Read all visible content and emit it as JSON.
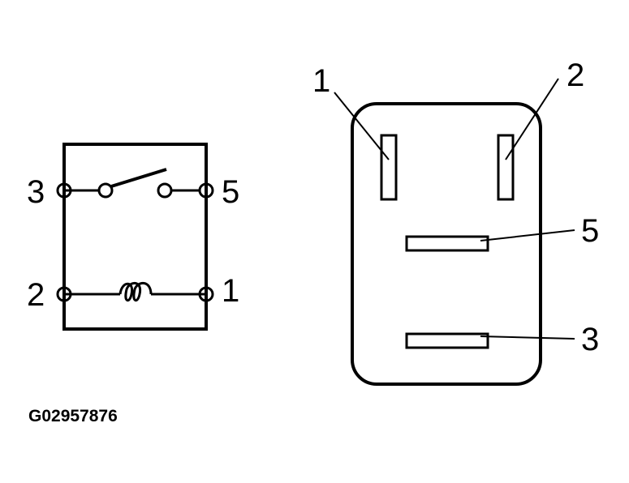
{
  "schematic": {
    "terminals": {
      "t3": "3",
      "t5": "5",
      "t2": "2",
      "t1": "1"
    }
  },
  "connector": {
    "pins": {
      "p1": "1",
      "p2": "2",
      "p5": "5",
      "p3": "3"
    }
  },
  "figure_id": "G02957876",
  "colors": {
    "ink": "#000000",
    "background": "#ffffff"
  }
}
